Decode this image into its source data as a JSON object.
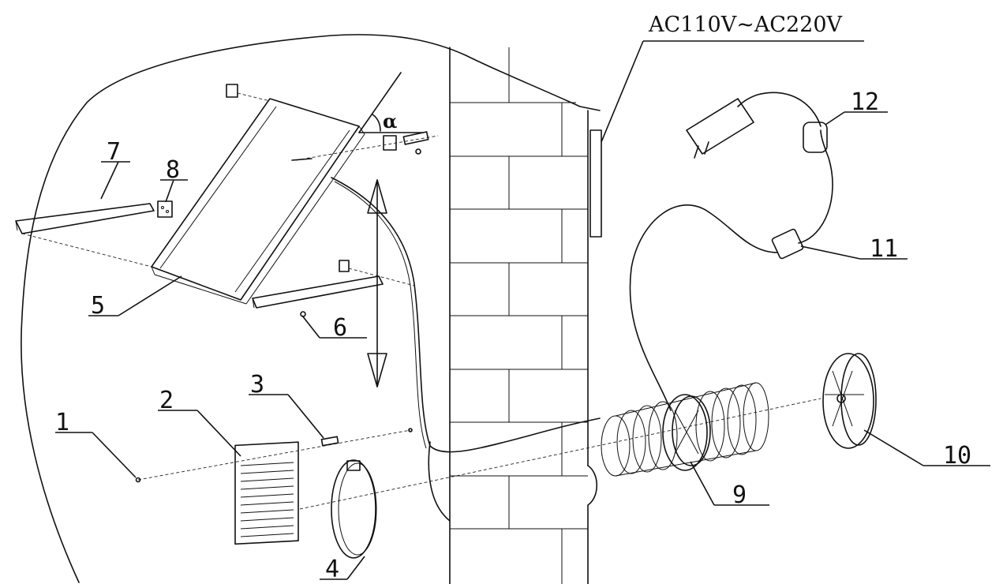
{
  "diagram": {
    "voltage_label": "AC110V~AC220V",
    "angle_symbol": "α",
    "part_numbers": {
      "p1": "1",
      "p2": "2",
      "p3": "3",
      "p4": "4",
      "p5": "5",
      "p6": "6",
      "p7": "7",
      "p8": "8",
      "p9": "9",
      "p10": "10",
      "p11": "11",
      "p12": "12"
    }
  }
}
